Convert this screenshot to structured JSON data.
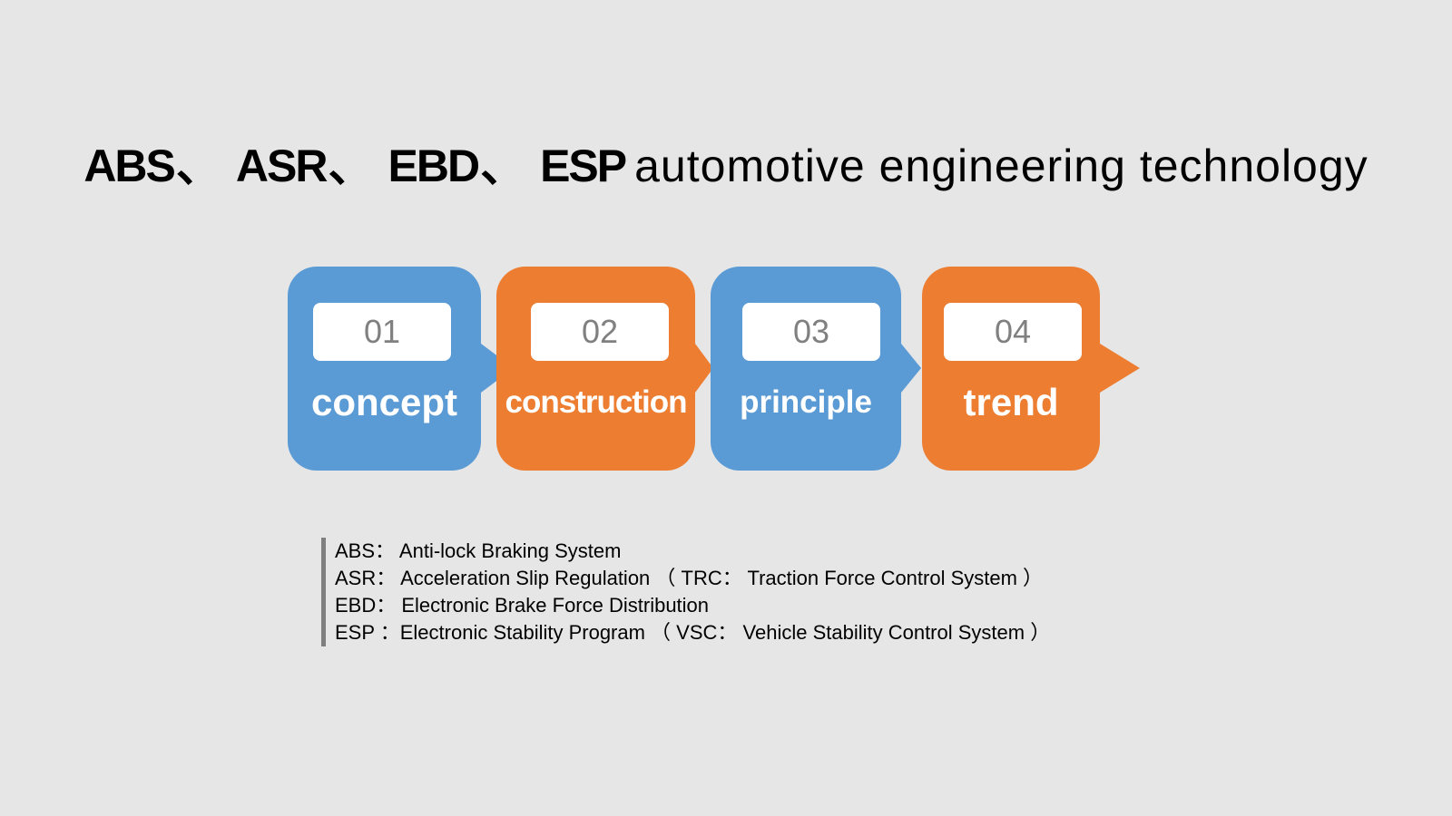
{
  "title": {
    "abbr1": "ABS",
    "sep1": "、",
    "abbr2": "ASR",
    "sep2": "、",
    "abbr3": "EBD",
    "sep3": "、",
    "abbr4": "ESP",
    "rest": "automotive engineering technology"
  },
  "steps": [
    {
      "number": "01",
      "label": "concept",
      "color": "#5b9bd5"
    },
    {
      "number": "02",
      "label": "construction",
      "color": "#ed7d31"
    },
    {
      "number": "03",
      "label": "principle",
      "color": "#5b9bd5"
    },
    {
      "number": "04",
      "label": "trend",
      "color": "#ed7d31"
    }
  ],
  "notes": [
    "ABS： Anti-lock Braking System",
    "ASR： Acceleration Slip Regulation （ TRC： Traction Force Control System ）",
    "EBD： Electronic Brake Force Distribution",
    "ESP ：Electronic Stability Program （ VSC： Vehicle Stability Control System ）"
  ],
  "colors": {
    "background": "#e6e6e6",
    "blue": "#5b9bd5",
    "orange": "#ed7d31",
    "number_text": "#808080"
  }
}
